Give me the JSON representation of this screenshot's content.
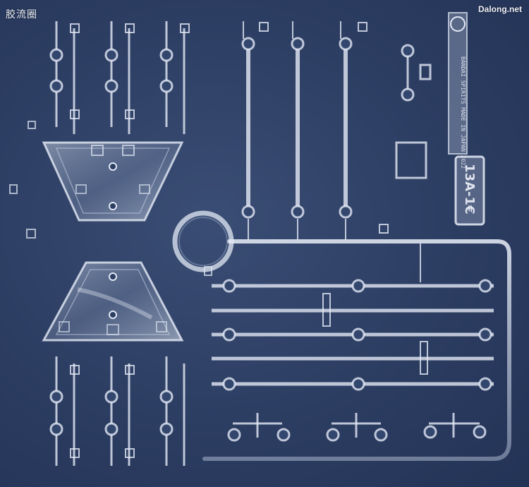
{
  "watermarks": {
    "top_left": "胶流圈",
    "top_right": "Dalong.net"
  },
  "sprue": {
    "tag": "13A-1€",
    "side_text": "BANDAI SPIRITS MADE IN JAPAN 2022"
  },
  "colors": {
    "background": "#2c3d62",
    "plastic_edge": "#dfe6f3",
    "plastic_fill": "#b9c4d8"
  }
}
